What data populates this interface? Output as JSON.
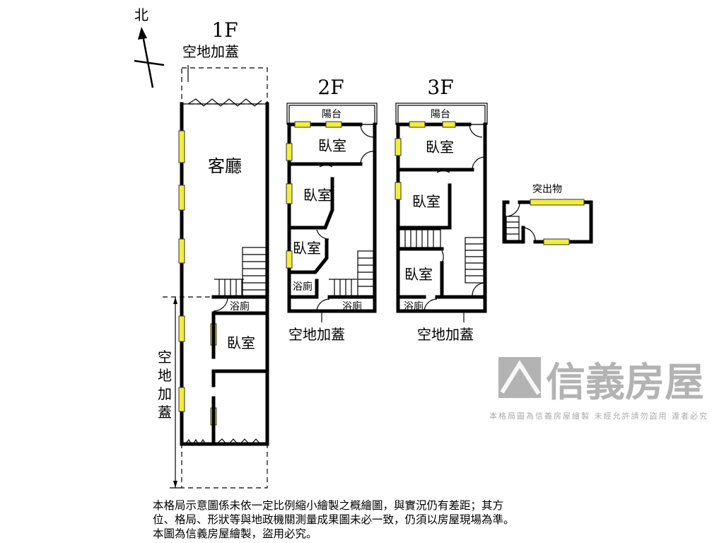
{
  "compass": {
    "north_label": "北"
  },
  "floors": {
    "f1": {
      "title": "1F",
      "top_extension": "空地加蓋",
      "living_room": "客廳",
      "bathroom": "浴廁",
      "bedroom": "臥室",
      "side_extension": [
        "空",
        "地",
        "加",
        "蓋"
      ]
    },
    "f2": {
      "title": "2F",
      "balcony": "陽台",
      "bedroom_1": "臥室",
      "bedroom_2": "臥室",
      "bedroom_3": "臥室",
      "bathroom_1": "浴廁",
      "bathroom_2": "浴廁",
      "extension": "空地加蓋"
    },
    "f3": {
      "title": "3F",
      "balcony": "陽台",
      "bedroom_1": "臥室",
      "bedroom_2": "臥室",
      "bedroom_3": "臥室",
      "bathroom": "浴廁",
      "extension": "空地加蓋"
    },
    "protrusion": {
      "title": "突出物"
    }
  },
  "watermark": {
    "brand": "信義房屋",
    "notice": "本格局圖為信義房屋繪製 未經允許請勿盜用 違者必究"
  },
  "disclaimer": {
    "lines": [
      "本格局示意圖係未依一定比例縮小繪製之概繪圖，與實況仍有差距；其方",
      "位、格局、形狀等與地政機關測量成果圖未必一致，仍須以房屋現場為準。",
      "本圖為信義房屋繪製，盜用必究。"
    ]
  },
  "colors": {
    "window": "#f2ee3a",
    "wall": "#000000",
    "watermark": "#9a9a9a"
  }
}
